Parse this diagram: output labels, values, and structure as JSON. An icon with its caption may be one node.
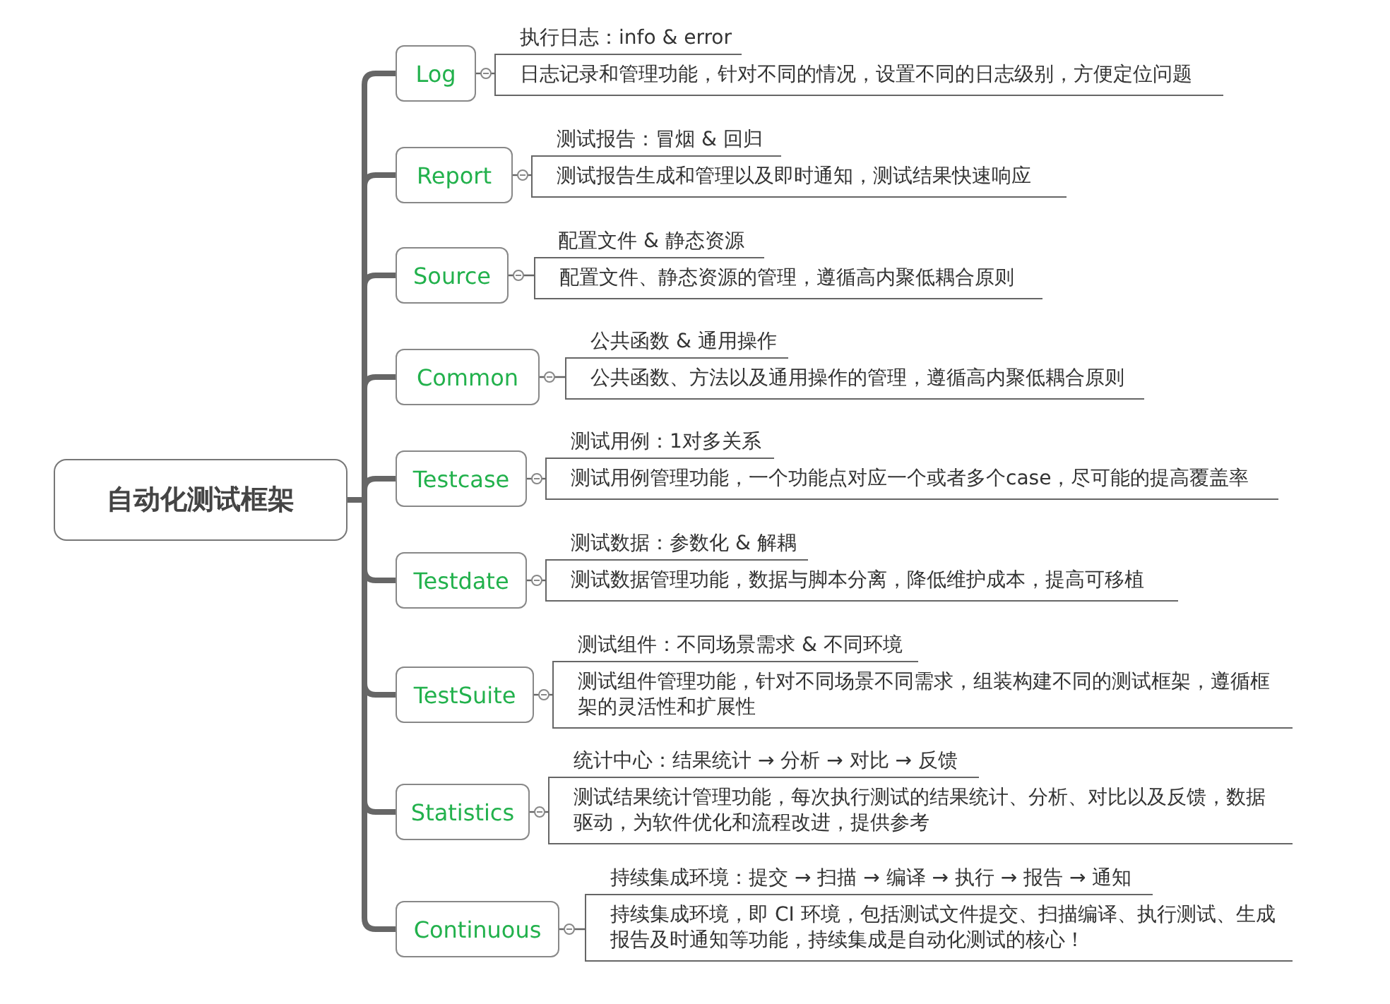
{
  "diagram": {
    "nodes": [
      {
        "text": [
          "自动化测试框架"
        ]
      },
      {
        "text": [
          "Log"
        ]
      },
      {
        "text": [
          "执行日志：info & error",
          "日志记录和管理功能，针对不同的情况，设置不同的日志级别，方便定位问题"
        ]
      },
      {
        "text": [
          "Report"
        ]
      },
      {
        "text": [
          "测试报告：冒烟 & 回归",
          "测试报告生成和管理以及即时通知，测试结果快速响应"
        ]
      },
      {
        "text": [
          "Source"
        ]
      },
      {
        "text": [
          "配置文件 & 静态资源",
          "配置文件、静态资源的管理，遵循高内聚低耦合原则"
        ]
      },
      {
        "text": [
          "Common"
        ]
      },
      {
        "text": [
          "公共函数 & 通用操作",
          "公共函数、方法以及通用操作的管理，遵循高内聚低耦合原则"
        ]
      },
      {
        "text": [
          "Testcase"
        ]
      },
      {
        "text": [
          "测试用例：1对多关系",
          "测试用例管理功能，一个功能点对应一个或者多个case，尽可能的提高覆盖率"
        ]
      },
      {
        "text": [
          "Testdate"
        ]
      },
      {
        "text": [
          "测试数据：参数化 & 解耦",
          "测试数据管理功能，数据与脚本分离，降低维护成本，提高可移植"
        ]
      },
      {
        "text": [
          "TestSuite"
        ]
      },
      {
        "text": [
          "测试组件：不同场景需求 & 不同环境",
          "测试组件管理功能，针对不同场景不同需求，组装构建不同的测试框架，遵循框架的灵活性和扩展性"
        ]
      },
      {
        "text": [
          "Statistics"
        ]
      },
      {
        "text": [
          "统计中心：结果统计 → 分析 → 对比 → 反馈",
          "测试结果统计管理功能，每次执行测试的结果统计、分析、对比以及反馈，数据驱动，为软件优化和流程改进，提供参考"
        ]
      },
      {
        "text": [
          "Continuous"
        ]
      },
      {
        "text": [
          "持续集成环境：提交 → 扫描 → 编译 → 执行 → 报告 → 通知",
          "持续集成环境，即 CI 环境，包括测试文件提交、扫描编译、执行测试、生成报告及时通知等功能，持续集成是自动化测试的核心！"
        ]
      }
    ],
    "edges": [
      {
        "from": 0,
        "to": 1,
        "arrow": "none",
        "style": "thick"
      },
      {
        "from": 1,
        "to": 2,
        "arrow": "none"
      },
      {
        "from": 0,
        "to": 3,
        "arrow": "none",
        "style": "thick"
      },
      {
        "from": 3,
        "to": 4,
        "arrow": "none"
      },
      {
        "from": 0,
        "to": 5,
        "arrow": "none",
        "style": "thick"
      },
      {
        "from": 5,
        "to": 6,
        "arrow": "none"
      },
      {
        "from": 0,
        "to": 7,
        "arrow": "none",
        "style": "thick"
      },
      {
        "from": 7,
        "to": 8,
        "arrow": "none"
      },
      {
        "from": 0,
        "to": 9,
        "arrow": "none",
        "style": "thick"
      },
      {
        "from": 9,
        "to": 10,
        "arrow": "none"
      },
      {
        "from": 0,
        "to": 11,
        "arrow": "none",
        "style": "thick"
      },
      {
        "from": 11,
        "to": 12,
        "arrow": "none"
      },
      {
        "from": 0,
        "to": 13,
        "arrow": "none",
        "style": "thick"
      },
      {
        "from": 13,
        "to": 14,
        "arrow": "none"
      },
      {
        "from": 0,
        "to": 15,
        "arrow": "none",
        "style": "thick"
      },
      {
        "from": 15,
        "to": 16,
        "arrow": "none"
      },
      {
        "from": 0,
        "to": 17,
        "arrow": "none",
        "style": "thick"
      },
      {
        "from": 17,
        "to": 18,
        "arrow": "none"
      }
    ]
  }
}
